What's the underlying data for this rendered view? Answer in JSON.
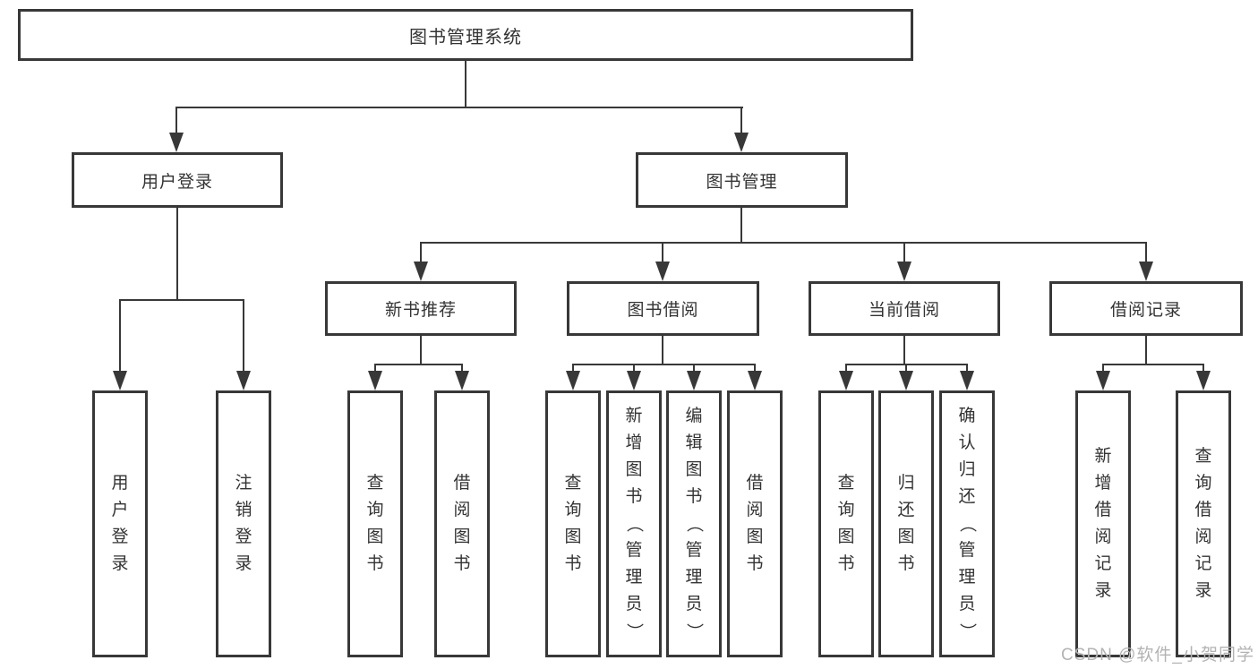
{
  "tree": {
    "root": "图书管理系统",
    "children": [
      {
        "label": "用户登录",
        "children": [
          {
            "label": "用户登录"
          },
          {
            "label": "注销登录"
          }
        ]
      },
      {
        "label": "图书管理",
        "children": [
          {
            "label": "新书推荐",
            "children": [
              {
                "label": "查询图书"
              },
              {
                "label": "借阅图书"
              }
            ]
          },
          {
            "label": "图书借阅",
            "children": [
              {
                "label": "查询图书"
              },
              {
                "label": "新增图书（管理员）"
              },
              {
                "label": "编辑图书（管理员）"
              },
              {
                "label": "借阅图书"
              }
            ]
          },
          {
            "label": "当前借阅",
            "children": [
              {
                "label": "查询图书"
              },
              {
                "label": "归还图书"
              },
              {
                "label": "确认归还（管理员）"
              }
            ]
          },
          {
            "label": "借阅记录",
            "children": [
              {
                "label": "新增借阅记录"
              },
              {
                "label": "查询借阅记录"
              }
            ]
          }
        ]
      }
    ]
  },
  "colors": {
    "line": "#383838",
    "text": "#333333",
    "watermark": "#b3b3b3"
  },
  "watermark": {
    "text": "CSDN @软件_小贺同学"
  }
}
